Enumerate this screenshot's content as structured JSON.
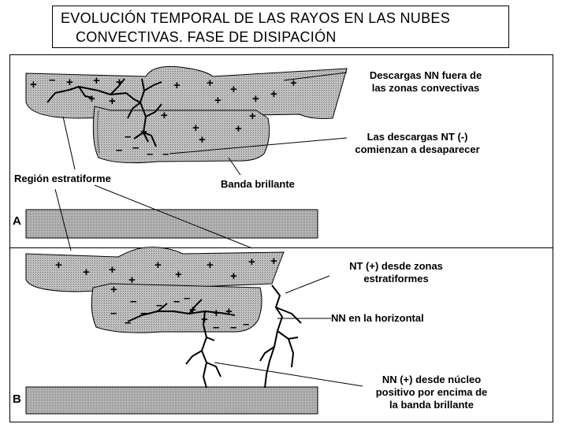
{
  "title": {
    "line1": "EVOLUCIÓN TEMPORAL DE LAS RAYOS EN LAS NUBES",
    "line2": "CONVECTIVAS. FASE DE DISIPACIÓN"
  },
  "panel_a": {
    "letter": "A",
    "labels": {
      "descargas_nn_line1": "Descargas NN fuera de",
      "descargas_nn_line2": "las zonas convectivas",
      "descargas_nt_line1": "Las descargas NT (-)",
      "descargas_nt_line2": "comienzan a desaparecer",
      "region_estratiforme": "Región estratiforme",
      "banda_brillante": "Banda brillante"
    }
  },
  "panel_b": {
    "letter": "B",
    "labels": {
      "nt_pos_line1": "NT (+) desde zonas",
      "nt_pos_line2": "estratiformes",
      "nn_horizontal": "NN en la horizontal",
      "nn_pos_line1": "NN (+) desde núcleo",
      "nn_pos_line2": "positivo por encima de",
      "nn_pos_line3": "la banda brillante"
    }
  },
  "colors": {
    "cloud_fill": "#b8b8b8",
    "ground_fill": "#a8a8a8",
    "stroke": "#000000"
  }
}
